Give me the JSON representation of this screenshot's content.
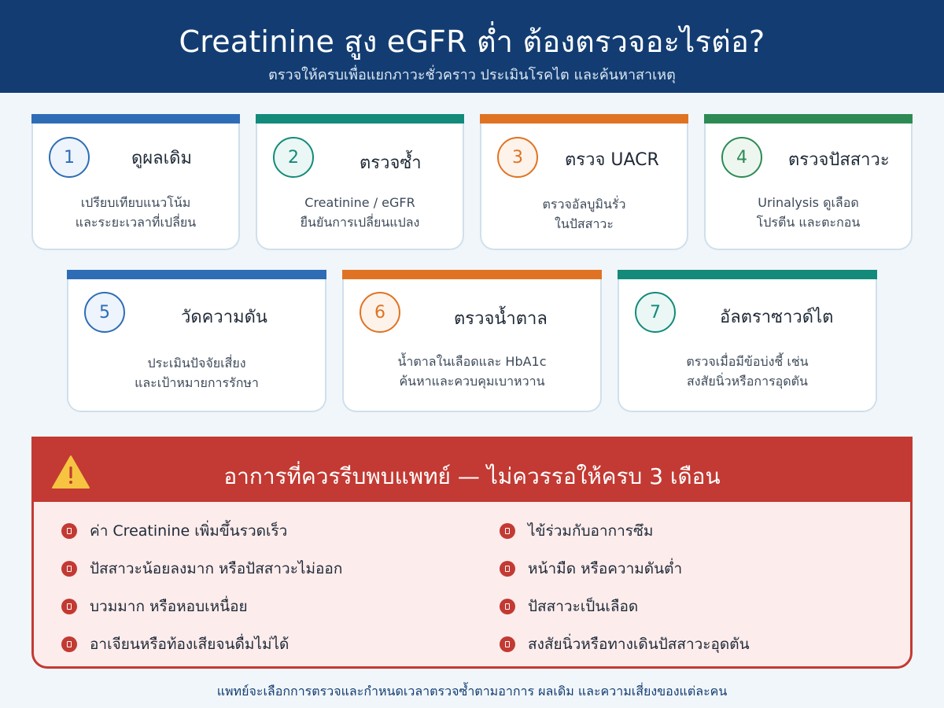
{
  "header": {
    "title": "Creatinine สูง eGFR ต่ำ ต้องตรวจอะไรต่อ?",
    "subtitle": "ตรวจให้ครบเพื่อแยกภาวะชั่วคราว ประเมินโรคไต และค้นหาสาเหตุ"
  },
  "steps": [
    {
      "number": "1",
      "title": "ดูผลเดิม",
      "desc": [
        "เปรียบเทียบแนวโน้ม",
        "และระยะเวลาที่เปลี่ยน"
      ],
      "color": "#2e6db6"
    },
    {
      "number": "2",
      "title": "ตรวจซ้ำ",
      "desc": [
        "Creatinine / eGFR",
        "ยืนยันการเปลี่ยนแปลง"
      ],
      "color": "#138a7a"
    },
    {
      "number": "3",
      "title": "ตรวจ UACR",
      "desc": [
        "ตรวจอัลบูมินรั่ว",
        "ในปัสสาวะ"
      ],
      "color": "#e07323"
    },
    {
      "number": "4",
      "title": "ตรวจปัสสาวะ",
      "desc": [
        "Urinalysis ดูเลือด",
        "โปรตีน และตะกอน"
      ],
      "color": "#2e8a55"
    },
    {
      "number": "5",
      "title": "วัดความดัน",
      "desc": [
        "ประเมินปัจจัยเสี่ยง",
        "และเป้าหมายการรักษา"
      ],
      "color": "#2e6db6"
    },
    {
      "number": "6",
      "title": "ตรวจน้ำตาล",
      "desc": [
        "น้ำตาลในเลือดและ HbA1c",
        "ค้นหาและควบคุมเบาหวาน"
      ],
      "color": "#e07323"
    },
    {
      "number": "7",
      "title": "อัลตราซาวด์ไต",
      "desc": [
        "ตรวจเมื่อมีข้อบ่งชี้ เช่น",
        "สงสัยนิ่วหรือการอุดตัน"
      ],
      "color": "#138a7a"
    }
  ],
  "warning": {
    "title": "อาการที่ควรรีบพบแพทย์ — ไม่ควรรอให้ครบ 3 เดือน",
    "icon": "warning-triangle-icon",
    "items_left": [
      "ค่า Creatinine เพิ่มขึ้นรวดเร็ว",
      "ปัสสาวะน้อยลงมาก หรือปัสสาวะไม่ออก",
      "บวมมาก หรือหอบเหนื่อย",
      "อาเจียนหรือท้องเสียจนดื่มไม่ได้"
    ],
    "items_right": [
      "ไข้ร่วมกับอาการซึม",
      "หน้ามืด หรือความดันต่ำ",
      "ปัสสาวะเป็นเลือด",
      "สงสัยนิ่วหรือทางเดินปัสสาวะอุดตัน"
    ],
    "color": "#c23a33"
  },
  "footer": "แพทย์จะเลือกการตรวจและกำหนดเวลาตรวจซ้ำตามอาการ ผลเดิม และความเสี่ยงของแต่ละคน"
}
